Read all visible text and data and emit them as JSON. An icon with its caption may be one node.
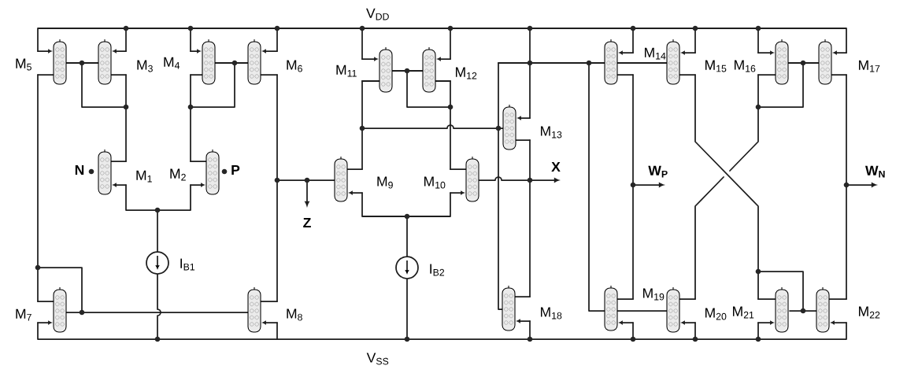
{
  "diagram": {
    "labels": [
      "V$_{DD}$",
      "M$_{5}$",
      "M$_{3}$",
      "M$_{4}$",
      "M$_{6}$",
      "M$_{11}$",
      "M$_{12}$",
      "M$_{14}$",
      "M$_{15}$",
      "M$_{16}$",
      "M$_{17}$",
      "M$_{13}$",
      "N",
      "M$_{1}$",
      "M$_{2}$",
      "P",
      "M$_{9}$",
      "M$_{10}$",
      "X",
      "W$_{P}$",
      "W$_{N}$",
      "Z",
      "I$_{B1}$",
      "I$_{B2}$",
      "M$_{19}$",
      "M$_{7}$",
      "M$_{8}$",
      "M$_{18}$",
      "M$_{20}$",
      "M$_{21}$",
      "M$_{22}$",
      "V$_{SS}$"
    ]
  }
}
